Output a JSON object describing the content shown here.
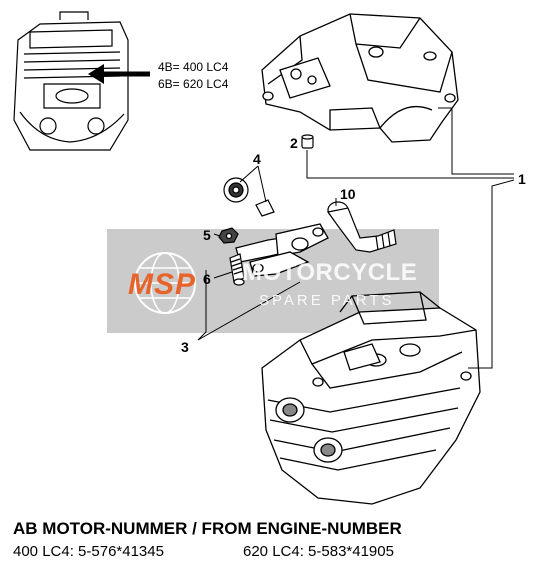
{
  "inset": {
    "note_line1": "4B= 400 LC4",
    "note_line2": "6B= 620 LC4"
  },
  "callouts": {
    "p1": "1",
    "p2": "2",
    "p3": "3",
    "p4": "4",
    "p5": "5",
    "p6": "6",
    "p10": "10"
  },
  "watermark": {
    "logo_text": "MSP",
    "line1": "MOTORCYCLE",
    "line2": "SPARE PARTS"
  },
  "footer": {
    "title": "AB MOTOR-NUMMER / FROM ENGINE-NUMBER",
    "variant_a": "400 LC4: 5-576*41345",
    "variant_b": "620 LC4: 5-583*41905"
  },
  "colors": {
    "watermark_band": "#b9b9b9",
    "logo_orange": "#e8632a",
    "ink": "#000000"
  }
}
